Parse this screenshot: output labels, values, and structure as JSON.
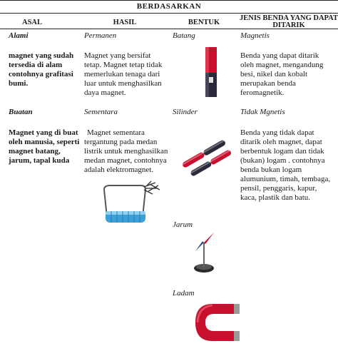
{
  "title": "BERDASARKAN",
  "headers": {
    "asal": "ASAL",
    "hasil": "HASIL",
    "bentuk": "BENTUK",
    "jenis": "JENIS BENDA YANG DAPAT DITARIK"
  },
  "rows": [
    {
      "asal_label": "Alami",
      "asal_desc": "magnet yang sudah tersedia di alam contohnya grafitasi bumi.",
      "hasil_label": "Permanen",
      "hasil_desc": "Magnet yang bersifat tetap. Magnet tetap tidak memerlukan tenaga dari luar untuk menghasilkan daya magnet.",
      "bentuk_label": "Batang",
      "jenis_label": "Magnetis",
      "jenis_desc": "Benda yang dapat ditarik oleh magnet, mengandung besi, nikel dan kobalt merupakan benda feromagnetik."
    },
    {
      "asal_label": "Buatan",
      "asal_desc": "Magnet yang di buat oleh manusia, seperti magnet batang, jarum, tapal kuda",
      "hasil_label": "Sementara",
      "hasil_desc": "Magnet sementara tergantung pada medan listrik untuk menghasilkan medan magnet, contohnya adalah elektromagnet.",
      "bentuk_label": "Silinder",
      "jenis_label": "Tidak Mgnetis",
      "jenis_desc": "Benda yang tidak dapat ditarik oleh magnet, dapat berbentuk logam dan tidak (bukan) logam . contohnya benda bukan logam alumunium, timah, tembaga, pensil, penggaris, kapur, kaca, plastik dan batu."
    }
  ],
  "extra_shapes": {
    "jarum_label": "Jarum",
    "ladam_label": "Ladam"
  },
  "images": {
    "bar_magnet": "bar-magnet",
    "electromagnet": "electromagnet-coil",
    "cylinder_magnets": "cylinder-magnets",
    "needle_magnet": "compass-needle",
    "horseshoe_magnet": "horseshoe-magnet"
  },
  "colors": {
    "magnet_red": "#c8102e",
    "magnet_dark": "#2a2a3a",
    "text": "#1a1a1a"
  }
}
